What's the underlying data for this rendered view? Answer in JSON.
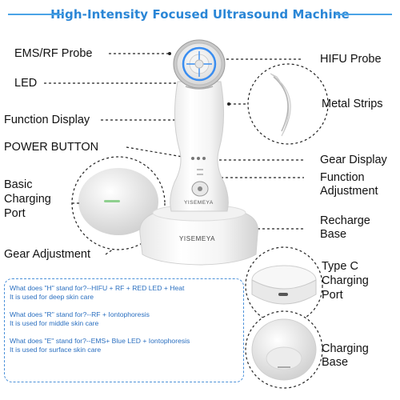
{
  "title": "High-Intensity Focused Ultrasound Machine",
  "brand": "YISEMEYA",
  "labels": {
    "ems_rf_probe": "EMS/RF Probe",
    "led": "LED",
    "function_display": "Function Display",
    "power_button": "POWER BUTTON",
    "basic_charging_port": "Basic Charging Port",
    "gear_adjustment": "Gear Adjustment",
    "hifu_probe": "HIFU Probe",
    "metal_strips": "Metal Strips",
    "gear_display": "Gear Display",
    "function_adjustment": "Function Adjustment",
    "recharge_base": "Recharge Base",
    "type_c_charging_port": "Type C Charging Port",
    "charging_base": "Charging Base"
  },
  "info": [
    {
      "question": "What does \"H\" stand for?--HIFU + RF + RED LED + Heat",
      "answer": "It is used for deep skin care"
    },
    {
      "question": "What does \"R\" stand for?--RF + Iontophoresis",
      "answer": "It is used for middle skin care"
    },
    {
      "question": "What does \"E\" stand for?--EMS+ Blue LED + Iontophoresis",
      "answer": "It is used for surface skin care"
    }
  ],
  "colors": {
    "accent": "#2a86d6",
    "info_text": "#2a6fc0",
    "led_blue": "#3a8df0"
  }
}
